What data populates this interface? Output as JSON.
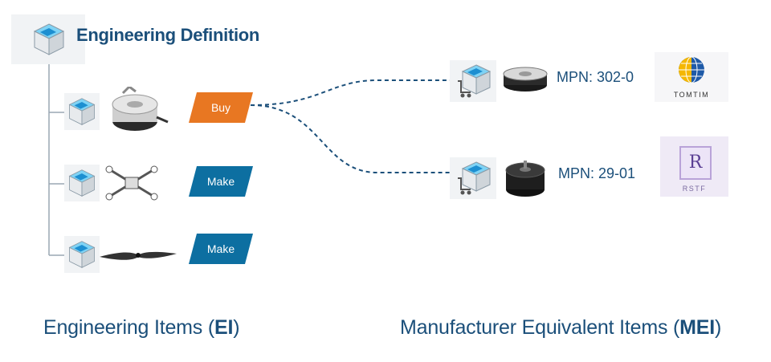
{
  "header": {
    "title": "Engineering Definition"
  },
  "ei_items": [
    {
      "tag": "Buy",
      "tag_color": "#e87722",
      "part": "motor-icon"
    },
    {
      "tag": "Make",
      "tag_color": "#0d6fa1",
      "part": "frame-icon"
    },
    {
      "tag": "Make",
      "tag_color": "#0d6fa1",
      "part": "propeller-icon"
    }
  ],
  "mei_items": [
    {
      "mpn": "MPN: 302-0",
      "logo_text": "TOMTIM"
    },
    {
      "mpn": "MPN: 29-01",
      "logo_text": "RSTF",
      "logo_letter": "R"
    }
  ],
  "captions": {
    "ei_prefix": "Engineering Items (",
    "ei_bold": "EI",
    "ei_suffix": ")",
    "mei_prefix": "Manufacturer Equivalent Items (",
    "mei_bold": "MEI",
    "mei_suffix": ")"
  },
  "colors": {
    "accent_blue": "#1b4f7a",
    "buy_orange": "#e87722",
    "make_blue": "#0d6fa1",
    "connector": "#1b4f7a"
  }
}
